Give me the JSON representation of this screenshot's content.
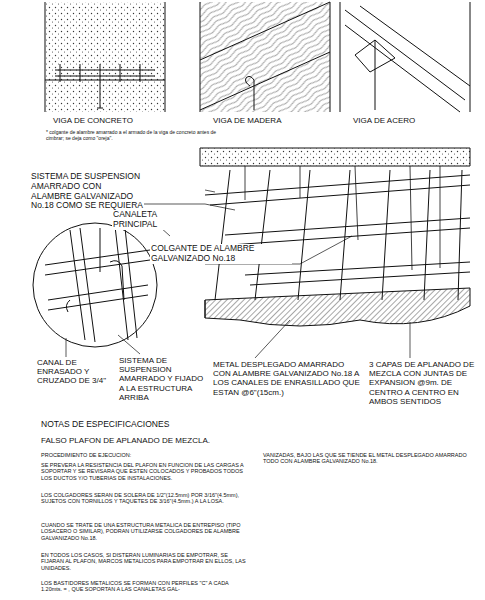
{
  "diagram": {
    "labels": [
      "VIGA DE CONCRETO",
      "VIGA DE MADERA",
      "VIGA DE ACERO",
      "* colgante de alambre amarrado a el armado de la viga de concreto antes de cimbrar; se deja como \"oreja\".",
      "SISTEMA DE SUSPENSION AMARRADO CON ALAMBRE GALVANIZADO No.18 COMO SE REQUIERA",
      "CANALETA PRINCIPAL",
      "COLGANTE DE ALAMBRE GALVANIZADO No.18",
      "CANAL DE ENRASADO Y CRUZADO DE 3/4\"",
      "SISTEMA DE SUSPENSION AMARRADO Y FIJADO A LA ESTRUCTURA ARRIBA",
      "METAL DESPLEGADO AMARRADO CON ALAMBRE GALVANIZADO No.18 A LOS CANALES DE ENRASILLADO QUE ESTAN @6\"(15cm.)",
      "3 CAPAS DE APLANADO DE MEZCLA CON JUNTAS DE EXPANSION @9m. DE CENTRO A CENTRO EN AMBOS SENTIDOS",
      "NOTAS DE ESPECIFICACIONES",
      "FALSO PLAFON DE APLANADO DE MEZCLA.",
      "PROCEDIMIENTO DE EJECUCION:",
      "SE PREVERA LA RESISTENCIA DEL PLAFON EN FUNCION DE LAS CARGAS A SOPORTAR Y SE REVISARA QUE ESTEN COLOCADOS Y PROBADOS TODOS LOS DUCTOS Y/O TUBERIAS DE INSTALACIONES.",
      "LOS COLGADORES SERAN DE SOLERA DE 1/2\"(12.5mm) POR 3/16\"(4.5mm), SUJETOS CON TORNILLOS Y TAQUETES DE 3/16\"(4.5mm.) A LA LOSA.",
      "CUANDO SE TRATE DE UNA ESTRUCTURA METALICA DE ENTREPISO (TIPO LOSACERO O SIMILAR), PODRAN UTILIZARSE COLGADORES DE ALAMBRE GALVANIZADO No.18.",
      "EN TODOS LOS CASOS, SI DISTERAN LUMINARIAS DE EMPOTRAR, SE FIJARAN AL PLAFON, MARCOS METALICOS PARA EMPOTRAR EN ELLOS, LAS UNIDADES.",
      "LOS BASTIDORES METALICOS SE FORMAN CON PERFILES \"C\" A CADA 1.20mts. = , QUE SOPORTAN A LAS CANALETAS GAL-",
      "VANIZADAS, BAJO LAS QUE SE TIENDE EL METAL DESPLEGADO AMARRADO TODO CON ALAMBRE GALVANIZADO No.18."
    ]
  }
}
